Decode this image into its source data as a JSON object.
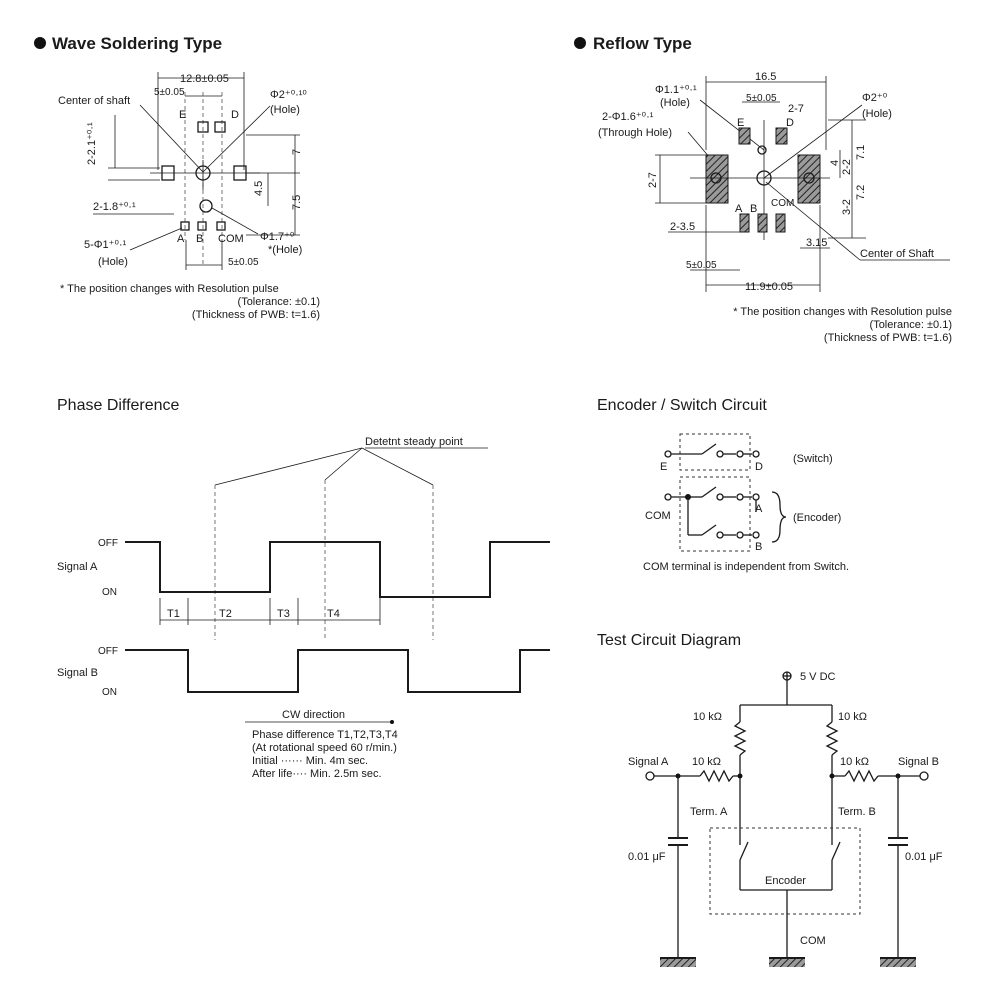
{
  "wave": {
    "title": "Wave Soldering Type",
    "dim_width": "12.8±0.05",
    "dim_5": "5±0.05",
    "center_of_shaft": "Center of shaft",
    "hole_phi2": "Φ2⁺⁰·¹⁰",
    "hole_label": "(Hole)",
    "pin_E": "E",
    "pin_D": "D",
    "dim_2_2_1": "2-2.1⁺⁰·¹",
    "dim_7": "7",
    "dim_4_5": "4.5",
    "dim_7_5": "7.5",
    "dim_2_1_8": "2-1.8⁺⁰·¹",
    "dim_5_phi1": "5-Φ1⁺⁰·¹",
    "hole_label2": "(Hole)",
    "pin_A": "A",
    "pin_B": "B",
    "pin_COM": "COM",
    "dim_phi1_7": "Φ1.7⁺⁰",
    "hole_label3": "*(Hole)",
    "dim_5b": "5±0.05",
    "note1": "* The position changes with Resolution pulse",
    "note2": "(Tolerance: ±0.1)",
    "note3": "(Thickness of PWB: t=1.6)"
  },
  "reflow": {
    "title": "Reflow Type",
    "dim_16_5": "16.5",
    "hole_phi1_1": "Φ1.1⁺⁰·¹",
    "hole_label": "(Hole)",
    "dim_5": "5±0.05",
    "dim_2_7": "2-7",
    "hole_phi2": "Φ2⁺⁰",
    "hole_label2": "(Hole)",
    "dim_2_phi1_6": "2-Φ1.6⁺⁰·¹",
    "through_hole": "(Through Hole)",
    "pin_E": "E",
    "pin_D": "D",
    "dim_2_7_left": "2-7",
    "dim_4": "4",
    "dim_7_1": "7.1",
    "dim_2_2": "2-2",
    "dim_7_2": "7.2",
    "dim_3_2": "3-2",
    "pin_A": "A",
    "pin_B": "B",
    "pin_COM": "COM",
    "dim_2_3_5": "2-3.5",
    "dim_3_15": "3.15",
    "center_of_shaft": "Center of Shaft",
    "dim_5b": "5±0.05",
    "dim_11_9": "11.9±0.05",
    "note1": "* The position changes with Resolution pulse",
    "note2": "(Tolerance: ±0.1)",
    "note3": "(Thickness of PWB: t=1.6)"
  },
  "phase": {
    "title": "Phase Difference",
    "detent": "Detetnt steady point",
    "off_a": "OFF",
    "signal_a": "Signal A",
    "on_a": "ON",
    "t1": "T1",
    "t2": "T2",
    "t3": "T3",
    "t4": "T4",
    "off_b": "OFF",
    "signal_b": "Signal B",
    "on_b": "ON",
    "cw": "CW direction",
    "line1": "Phase difference T1,T2,T3,T4",
    "line2": "(At rotational speed 60 r/min.)",
    "line3": "Initial ······ Min. 4m sec.",
    "line4": "After life···· Min. 2.5m sec."
  },
  "encoder": {
    "title": "Encoder / Switch Circuit",
    "pin_E": "E",
    "pin_D": "D",
    "switch": "(Switch)",
    "com": "COM",
    "pin_A": "A",
    "pin_B": "B",
    "encoder": "(Encoder)",
    "note": "COM terminal is independent from Switch."
  },
  "test": {
    "title": "Test Circuit Diagram",
    "vdc": "5 V DC",
    "r1": "10 kΩ",
    "r2": "10 kΩ",
    "r3": "10 kΩ",
    "r4": "10 kΩ",
    "signal_a": "Signal A",
    "signal_b": "Signal B",
    "term_a": "Term. A",
    "term_b": "Term. B",
    "cap_l": "0.01 μF",
    "cap_r": "0.01 μF",
    "encoder": "Encoder",
    "com": "COM"
  }
}
